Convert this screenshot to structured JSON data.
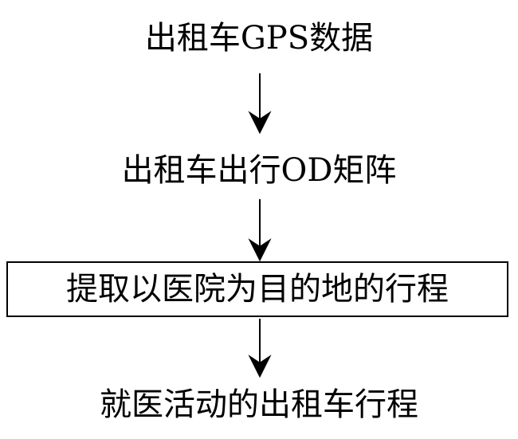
{
  "flow": {
    "steps": [
      {
        "label": "出租车GPS数据",
        "boxed": false
      },
      {
        "label": "出租车出行OD矩阵",
        "boxed": false
      },
      {
        "label": "提取以医院为目的地的行程",
        "boxed": true
      },
      {
        "label": "就医活动的出租车行程",
        "boxed": false
      }
    ],
    "colors": {
      "line": "#000000",
      "text": "#000000",
      "background": "#ffffff"
    }
  }
}
